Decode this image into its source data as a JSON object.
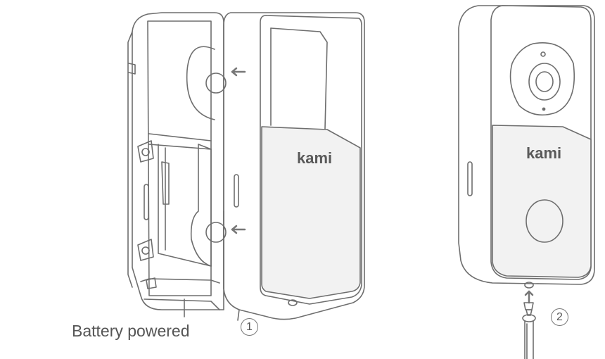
{
  "labels": {
    "battery": "Battery powered",
    "brand_left": "kami",
    "brand_right": "kami",
    "step1": "1",
    "step2": "2"
  },
  "colors": {
    "line": "#6e6e6e",
    "panel_fill": "#f2f2f2",
    "arrow": "#777777"
  }
}
